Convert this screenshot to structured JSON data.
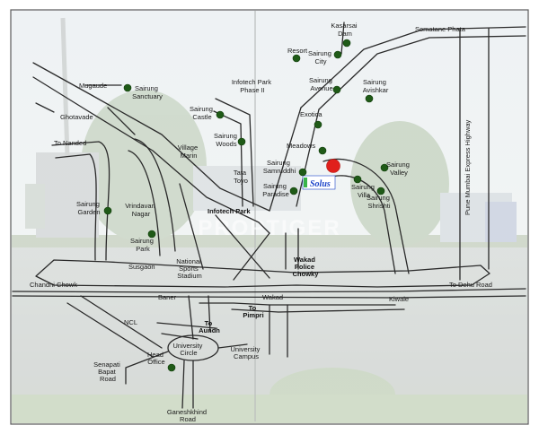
{
  "map": {
    "logo_text": "Solus",
    "watermark": "PROPTIGER",
    "colors": {
      "marker_green": "#1f5a17",
      "project_red": "#e0201b",
      "logo_blue": "#1c44c9",
      "logo_green": "#39b54a",
      "frame": "#5a5a5a"
    },
    "landmarks": {
      "kasarsai_dam": [
        "Kasarsai",
        "Dam"
      ],
      "somatane_phata": "Somatane Phata",
      "resort": "Resort",
      "sairung_city": [
        "Sairung",
        "City"
      ],
      "sairung_avenue": [
        "Sairung",
        "Avenue"
      ],
      "sairung_avishkar": [
        "Sairung",
        "Avishkar"
      ],
      "infotech_park_phase2": [
        "Infotech Park",
        "Phase II"
      ],
      "exotica": "Exotica",
      "mugaude": "Mugaude",
      "sairung_sanctuary": [
        "Sairung",
        "Sanctuary"
      ],
      "ghotavade": "Ghotavade",
      "sairung_castle": [
        "Sairung",
        "Castle"
      ],
      "sairung_woods": [
        "Sairung",
        "Woods"
      ],
      "meadows": "Meadows",
      "to_nanded": "To Nanded",
      "village_marin": [
        "Village",
        "Marin"
      ],
      "sairung_samruddhi": [
        "Sairung",
        "Samruddhi"
      ],
      "sairung_valley": [
        "Sairung",
        "Valley"
      ],
      "tata_toyo": [
        "Tata",
        "Toyo"
      ],
      "sairung_paradise": [
        "Sairung",
        "Paradise"
      ],
      "sairung_villa": [
        "Sairung",
        "Villa"
      ],
      "sairung_shrishti": [
        "Sairung",
        "Shrishti"
      ],
      "infotech_park": "Infotech Park",
      "sairung_garden": [
        "Sairung",
        "Garden"
      ],
      "vrindavan_nagar": [
        "Vrindavan",
        "Nagar"
      ],
      "sairung_park": [
        "Sairung",
        "Park"
      ],
      "susgaon": "Susgaon",
      "national_sports_stadium": [
        "National",
        "Sports",
        "Stadium"
      ],
      "wakad_police_chowky": [
        "Wakad",
        "Police",
        "Chowky"
      ],
      "chandni_chowk": "Chandni Chowk",
      "to_dehu_road": "To Dehu Road",
      "baner": "Baner",
      "wakad": "Wakad",
      "kiwale": "Kiwale",
      "to_pimpri": [
        "To",
        "Pimpri"
      ],
      "ncl": "NCL",
      "to_aundh": [
        "To",
        "Aundh"
      ],
      "university_circle": [
        "University",
        "Circle"
      ],
      "university_campus": [
        "University",
        "Campus"
      ],
      "head_office": [
        "Head",
        "Office"
      ],
      "senapati_bapat_road": [
        "Senapati",
        "Bapat",
        "Road"
      ],
      "ganeshkhind_road": [
        "Ganeshkhind",
        "Road"
      ],
      "highway": "Pune Mumbai Express Highway"
    }
  }
}
